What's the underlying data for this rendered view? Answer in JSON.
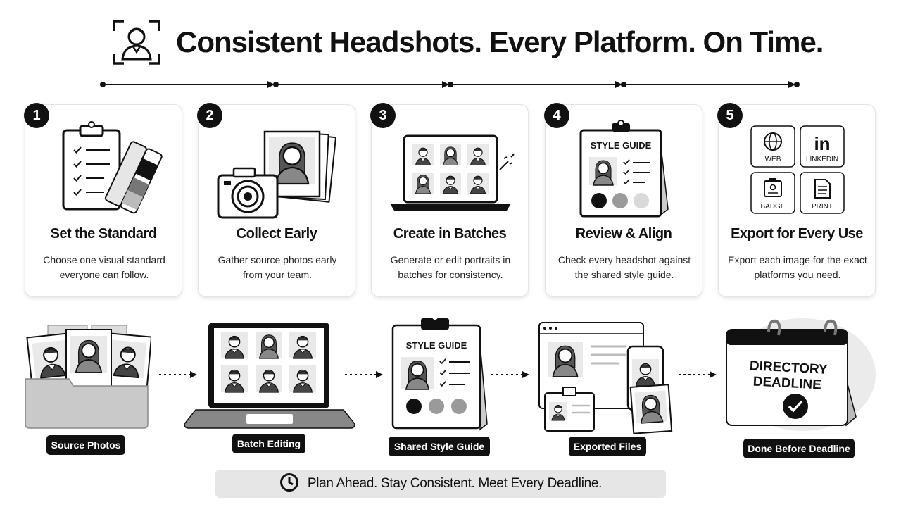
{
  "header": {
    "title": "Consistent Headshots. Every Platform. On Time.",
    "icon": "headshot-frame-icon"
  },
  "steps": [
    {
      "number": "1",
      "title": "Set the Standard",
      "description": "Choose one visual standard everyone can follow.",
      "icon": "clipboard-swatches-icon"
    },
    {
      "number": "2",
      "title": "Collect Early",
      "description": "Gather source photos early from your team.",
      "icon": "camera-photos-icon"
    },
    {
      "number": "3",
      "title": "Create in Batches",
      "description": "Generate or edit portraits in batches for consistency.",
      "icon": "laptop-grid-icon"
    },
    {
      "number": "4",
      "title": "Review & Align",
      "description": "Check every headshot against the shared style guide.",
      "icon": "style-guide-icon",
      "guide_heading": "STYLE GUIDE"
    },
    {
      "number": "5",
      "title": "Export for Every Use",
      "description": "Export each image for the exact platforms you need.",
      "icon": "export-tiles-icon",
      "tiles": [
        "WEB",
        "LINKEDIN",
        "BADGE",
        "PRINT"
      ]
    }
  ],
  "flow": [
    {
      "label": "Source Photos",
      "icon": "photo-folder-icon"
    },
    {
      "label": "Batch Editing",
      "icon": "laptop-editing-icon"
    },
    {
      "label": "Shared Style Guide",
      "icon": "style-guide-board-icon",
      "guide_heading": "STYLE GUIDE"
    },
    {
      "label": "Exported Files",
      "icon": "exported-files-icon"
    },
    {
      "label": "Done Before Deadline",
      "icon": "deadline-calendar-icon",
      "calendar_text_1": "DIRECTORY",
      "calendar_text_2": "DEADLINE"
    }
  ],
  "footer": {
    "text": "Plan Ahead. Stay Consistent. Meet Every Deadline.",
    "icon": "clock-icon"
  },
  "colors": {
    "ink": "#111111",
    "card_border": "#e4e4e4",
    "footer_bg": "#e6e6e6",
    "swatch_light": "#d9d9d9",
    "swatch_mid": "#9a9a9a"
  }
}
